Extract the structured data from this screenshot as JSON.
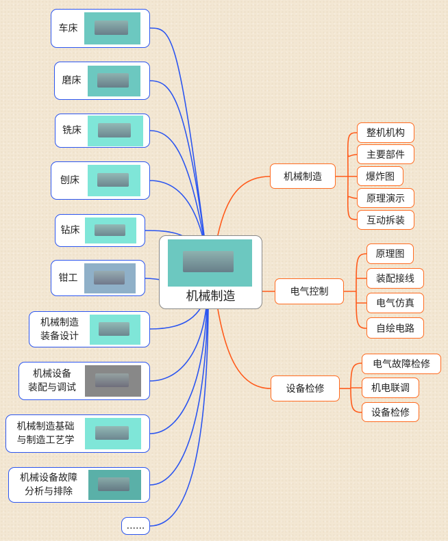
{
  "center": {
    "label": "机械制造",
    "image": "machine-part-image"
  },
  "left_nodes": [
    {
      "label": "车床",
      "image": "lathe-image"
    },
    {
      "label": "磨床",
      "image": "grinder-image"
    },
    {
      "label": "铣床",
      "image": "milling-machine-image"
    },
    {
      "label": "刨床",
      "image": "planer-image"
    },
    {
      "label": "钻床",
      "image": "drill-press-image"
    },
    {
      "label": "钳工",
      "image": "fitter-image"
    },
    {
      "label": "机械制造\n装备设计",
      "image": "robot-arm-image"
    },
    {
      "label": "机械设备\n装配与调试",
      "image": "assembly-image"
    },
    {
      "label": "机械制造基础\n与制造工艺学",
      "image": "process-image"
    },
    {
      "label": "机械设备故障\n分析与排除",
      "image": "fault-panel-image"
    },
    {
      "label": "......"
    }
  ],
  "right_branches": [
    {
      "label": "机械制造",
      "children": [
        "整机机构",
        "主要部件",
        "爆炸图",
        "原理演示",
        "互动拆装"
      ]
    },
    {
      "label": "电气控制",
      "children": [
        "原理图",
        "装配接线",
        "电气仿真",
        "自绘电路"
      ]
    },
    {
      "label": "设备检修",
      "children": [
        "电气故障检修",
        "机电联调",
        "设备检修"
      ]
    }
  ],
  "colors": {
    "left_line": "#2b55f0",
    "right_line": "#ff5a1a",
    "background": "#f3e7d3"
  }
}
